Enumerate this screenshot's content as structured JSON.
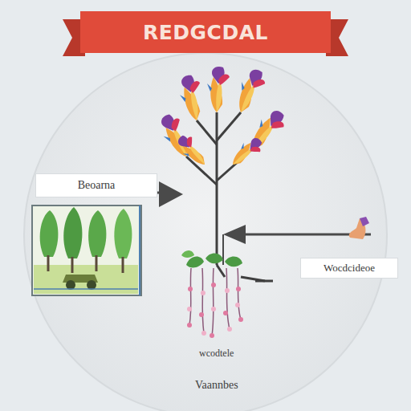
{
  "diagram": {
    "title": "REDGCDAL",
    "nodes": [
      {
        "text": [
          "Beoarna"
        ]
      },
      {
        "text": [
          "Wocdcideoe"
        ]
      }
    ],
    "labels": [
      "wcodtele",
      "Vaannbes"
    ]
  }
}
